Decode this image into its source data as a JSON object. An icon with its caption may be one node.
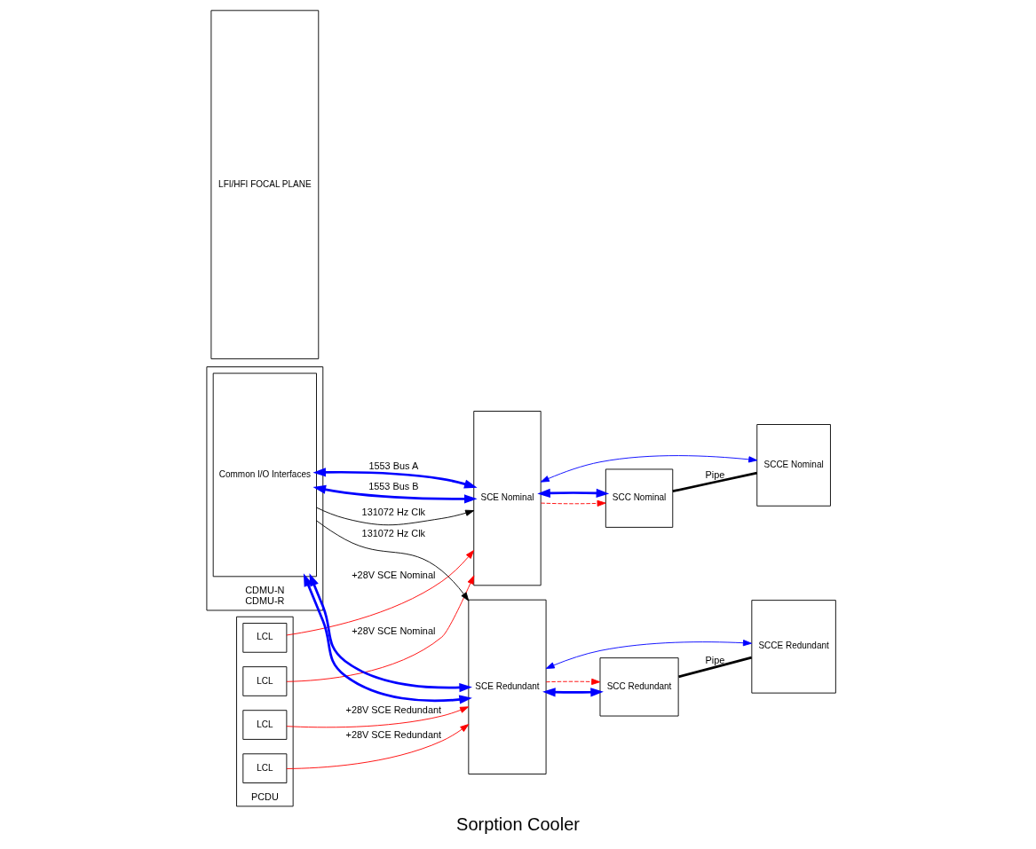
{
  "diagram": {
    "caption": "Sorption Cooler",
    "nodes": [
      {
        "text": [
          "PCDU"
        ]
      },
      {
        "text": [
          "LCL"
        ],
        "in": 0
      },
      {
        "text": [
          "LCL"
        ],
        "in": 0
      },
      {
        "text": [
          "LCL"
        ],
        "in": 0
      },
      {
        "text": [
          "LCL"
        ],
        "in": 0
      },
      {
        "text": [
          "CDMU-N",
          "CDMU-R"
        ]
      },
      {
        "text": [
          "Common I/O Interfaces"
        ],
        "in": 5
      },
      {
        "text": [
          "SCE Nominal"
        ]
      },
      {
        "text": [
          "SCE Redundant"
        ]
      },
      {
        "text": [
          "SCC Nominal"
        ]
      },
      {
        "text": [
          "SCC Redundant"
        ]
      },
      {
        "text": [
          "SCCE Nominal"
        ]
      },
      {
        "text": [
          "SCCE Redundant"
        ]
      },
      {
        "text": [
          "LFI/HFI FOCAL PLANE"
        ]
      }
    ],
    "edges": [
      {
        "from": 1,
        "to": 7,
        "arrow": "to",
        "label": "+28V SCE Nominal",
        "color": "#ff0000"
      },
      {
        "from": 2,
        "to": 7,
        "arrow": "to",
        "label": "+28V SCE Nominal",
        "color": "#ff0000"
      },
      {
        "from": 7,
        "to": 9,
        "arrow": "to",
        "style": "dashed",
        "color": "#ff0000"
      },
      {
        "from": 7,
        "to": 9,
        "arrow": "both",
        "style": "thick"
      },
      {
        "from": 9,
        "to": 11,
        "arrow": "none",
        "label": "Pipe",
        "style": "thick",
        "color": "#000000"
      },
      {
        "from": 7,
        "to": 11,
        "arrow": "both"
      },
      {
        "from": 6,
        "to": 7,
        "arrow": "to",
        "label": "131072 Hz Clk",
        "color": "#000000"
      },
      {
        "from": 6,
        "to": 7,
        "arrow": "both",
        "label": "1553 Bus A",
        "style": "thick"
      },
      {
        "from": 6,
        "to": 7,
        "arrow": "both",
        "label": "1553 Bus B",
        "style": "thick"
      },
      {
        "from": 6,
        "to": 8,
        "arrow": "both",
        "style": "thick"
      },
      {
        "from": 6,
        "to": 8,
        "arrow": "both",
        "style": "thick"
      },
      {
        "from": 6,
        "to": 8,
        "arrow": "to",
        "label": "131072 Hz Clk",
        "color": "#000000"
      },
      {
        "from": 8,
        "to": 12,
        "arrow": "both"
      },
      {
        "from": 8,
        "to": 10,
        "arrow": "both",
        "style": "thick"
      },
      {
        "from": 10,
        "to": 12,
        "arrow": "none",
        "label": "Pipe",
        "style": "thick",
        "color": "#000000"
      },
      {
        "from": 8,
        "to": 10,
        "arrow": "to",
        "style": "dashed",
        "color": "#ff0000"
      },
      {
        "from": 3,
        "to": 8,
        "arrow": "to",
        "label": "+28V SCE Redundant",
        "color": "#ff0000"
      },
      {
        "from": 4,
        "to": 8,
        "arrow": "to",
        "label": "+28V SCE Redundant",
        "color": "#ff0000"
      }
    ]
  }
}
